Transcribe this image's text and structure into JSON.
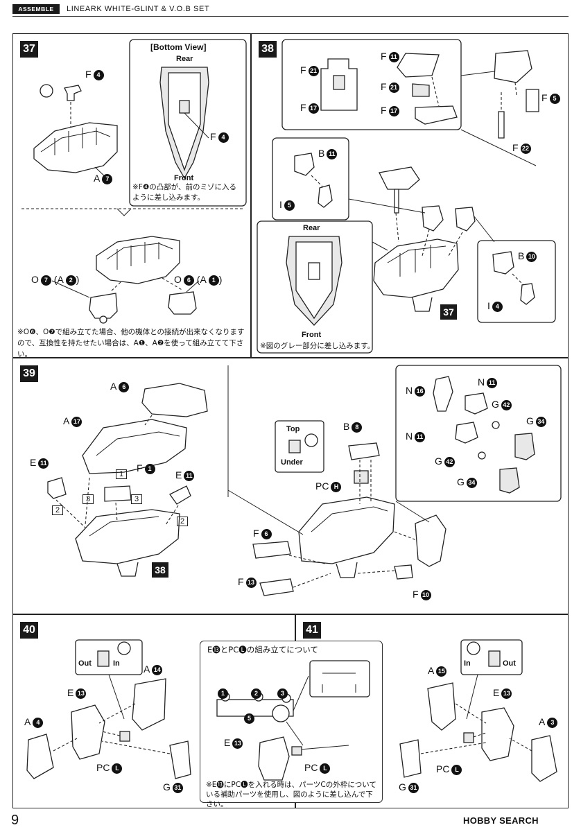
{
  "header": {
    "badge": "ASSEMBLE",
    "title": "LINEARK WHITE-GLINT & V.O.B SET"
  },
  "page_number": "9",
  "footer_watermark": "HOBBY SEARCH",
  "steps": {
    "s37": {
      "num": "37",
      "bottom_view": "[Bottom View]",
      "rear": "Rear",
      "front": "Front",
      "part_f4": "F",
      "part_f4_n": "4",
      "part_f4b": "F",
      "part_f4b_n": "4",
      "part_a7": "A",
      "part_a7_n": "7",
      "note_front": "※F❹の凸部が、前のミゾに入るように差し込みます。",
      "part_o7": "O",
      "part_o7_n": "7",
      "part_o7_alt": "(A",
      "part_o7_alt_n": "2",
      "part_o6": "O",
      "part_o6_n": "6",
      "part_o6_alt": "(A",
      "part_o6_alt_n": "1",
      "note_bottom": "※O❻、O❼で組み立てた場合、他の機体との接続が出来なくなりますので、互換性を持たせたい場合は、A❶、A❷を使って組み立てて下さい。"
    },
    "s38": {
      "num": "38",
      "p_f21a": "F",
      "p_f21a_n": "21",
      "p_f17a": "F",
      "p_f17a_n": "17",
      "p_f11": "F",
      "p_f11_n": "11",
      "p_f21b": "F",
      "p_f21b_n": "21",
      "p_f17b": "F",
      "p_f17b_n": "17",
      "p_f5": "F",
      "p_f5_n": "5",
      "p_f22": "F",
      "p_f22_n": "22",
      "p_b11": "B",
      "p_b11_n": "11",
      "p_i5": "I",
      "p_i5_n": "5",
      "p_b10": "B",
      "p_b10_n": "10",
      "p_i4": "I",
      "p_i4_n": "4",
      "rear": "Rear",
      "front": "Front",
      "ref": "37",
      "note": "※図のグレー部分に差し込みます。"
    },
    "s39": {
      "num": "39",
      "p_a6": "A",
      "p_a6_n": "6",
      "p_a17": "A",
      "p_a17_n": "17",
      "p_e11a": "E",
      "p_e11a_n": "11",
      "p_f1": "F",
      "p_f1_n": "1",
      "p_e11b": "E",
      "p_e11b_n": "11",
      "order1": "1",
      "order2a": "2",
      "order2b": "2",
      "order3a": "3",
      "order3b": "3",
      "ref": "38",
      "top": "Top",
      "under": "Under",
      "p_b8": "B",
      "p_b8_n": "8",
      "p_pch": "PC",
      "p_pch_n": "H",
      "p_f6": "F",
      "p_f6_n": "6",
      "p_f13": "F",
      "p_f13_n": "13",
      "p_f10": "F",
      "p_f10_n": "10",
      "p_n16": "N",
      "p_n16_n": "16",
      "p_n11a": "N",
      "p_n11a_n": "11",
      "p_g42a": "G",
      "p_g42a_n": "42",
      "p_g34a": "G",
      "p_g34a_n": "34",
      "p_n11b": "N",
      "p_n11b_n": "11",
      "p_g42b": "G",
      "p_g42b_n": "42",
      "p_g34b": "G",
      "p_g34b_n": "34"
    },
    "s40": {
      "num": "40",
      "out": "Out",
      "in": "In",
      "p_a14": "A",
      "p_a14_n": "14",
      "p_e13": "E",
      "p_e13_n": "13",
      "p_a4": "A",
      "p_a4_n": "4",
      "p_pcl": "PC",
      "p_pcl_n": "L",
      "p_g31": "G",
      "p_g31_n": "31"
    },
    "s41": {
      "num": "41",
      "box_title": "E⓭とPC🅛の組み立てについて",
      "r1": "1",
      "r2": "2",
      "r3": "3",
      "r5": "5",
      "p_e13": "E",
      "p_e13_n": "13",
      "p_pcl": "PC",
      "p_pcl_n": "L",
      "note": "※E⓭にPC🅛を入れる時は、パーツCの外枠についている補助パーツを使用し、図のように差し込んで下さい。",
      "in": "In",
      "out": "Out",
      "p_a15": "A",
      "p_a15_n": "15",
      "p_e13b": "E",
      "p_e13b_n": "13",
      "p_a3": "A",
      "p_a3_n": "3",
      "p_pcl2": "PC",
      "p_pcl2_n": "L",
      "p_g31": "G",
      "p_g31_n": "31"
    }
  }
}
